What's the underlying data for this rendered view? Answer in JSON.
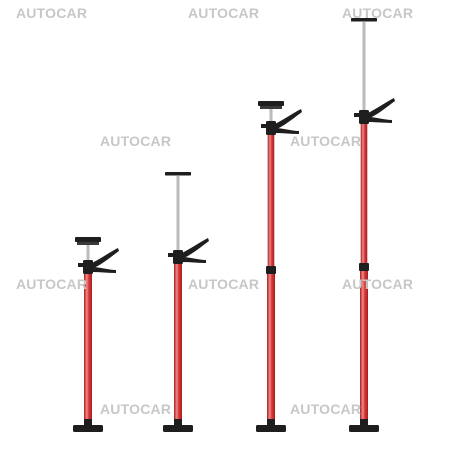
{
  "image": {
    "description_hidden": true,
    "colors": {
      "background": "#ffffff",
      "tube_red": "#d63a3a",
      "tube_red_dark": "#a81e1e",
      "tube_highlight": "#f08a8a",
      "steel": "#a8a8a8",
      "black_parts": "#1e1e1e",
      "watermark": "#c7c7c7"
    },
    "props": [
      {
        "id": "prop-1",
        "extension": 0.0
      },
      {
        "id": "prop-2",
        "extension": 0.33
      },
      {
        "id": "prop-3",
        "extension": 0.66
      },
      {
        "id": "prop-4",
        "extension": 1.0
      }
    ]
  },
  "watermarks": [
    "AUTOCAR",
    "AUTOCAR",
    "AUTOCAR",
    "AUTOCAR",
    "AUTOCAR",
    "AUTOCAR",
    "AUTOCAR",
    "AUTOCAR",
    "AUTOCAR",
    "AUTOCAR"
  ]
}
